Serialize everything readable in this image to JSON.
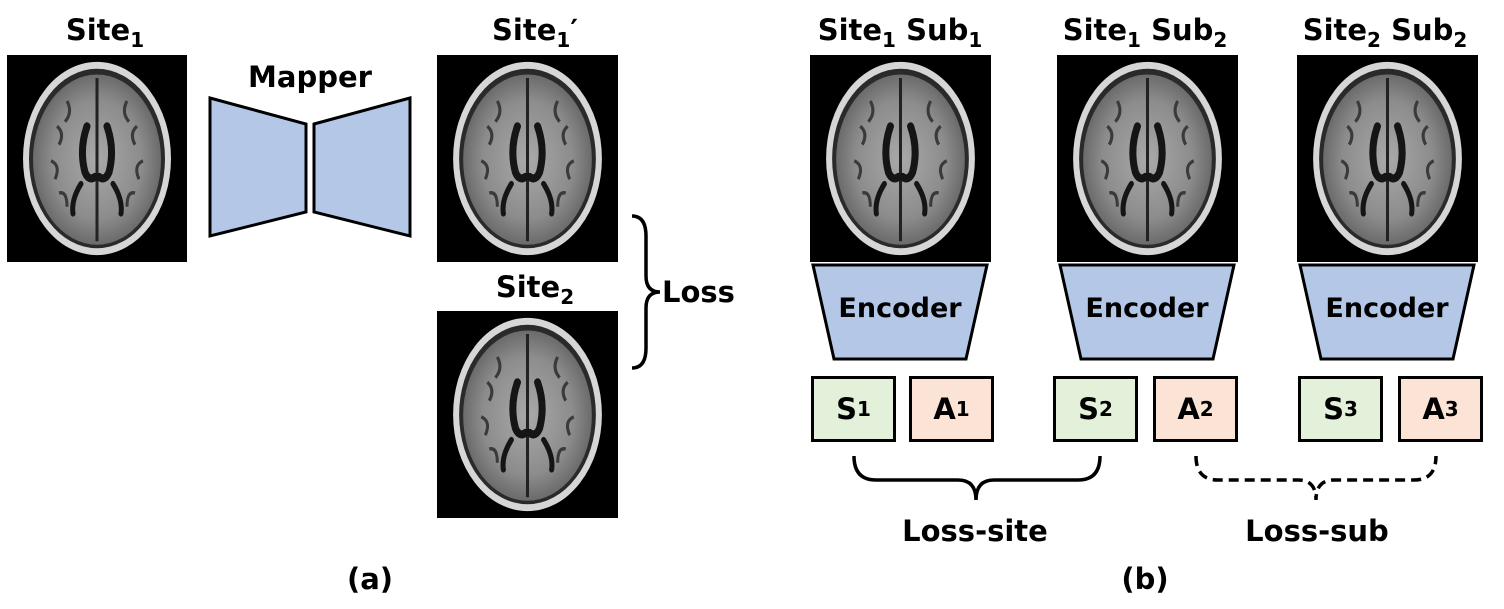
{
  "panel_a": {
    "site1": "Site",
    "site1_sub": "1",
    "mapper": "Mapper",
    "site1p": "Site",
    "site1p_sub": "1",
    "site1p_prime": "′",
    "site2": "Site",
    "site2_sub": "2",
    "loss": "Loss",
    "caption": "(a)"
  },
  "panel_b": {
    "columns": [
      {
        "site": "Site",
        "site_sub": "1",
        "subj": "Sub",
        "subj_sub": "1"
      },
      {
        "site": "Site",
        "site_sub": "1",
        "subj": "Sub",
        "subj_sub": "2"
      },
      {
        "site": "Site",
        "site_sub": "2",
        "subj": "Sub",
        "subj_sub": "2"
      }
    ],
    "encoder": "Encoder",
    "codes": [
      {
        "s": "S",
        "s_sub": "1",
        "a": "A",
        "a_sub": "1"
      },
      {
        "s": "S",
        "s_sub": "2",
        "a": "A",
        "a_sub": "2"
      },
      {
        "s": "S",
        "s_sub": "3",
        "a": "A",
        "a_sub": "3"
      }
    ],
    "loss_site": "Loss-site",
    "loss_sub": "Loss-sub",
    "caption": "(b)"
  },
  "colors": {
    "mapper_fill": "#b4c7e7",
    "encoder_fill": "#b4c7e7",
    "s_fill": "#e3f0da",
    "a_fill": "#fbe3d6"
  }
}
